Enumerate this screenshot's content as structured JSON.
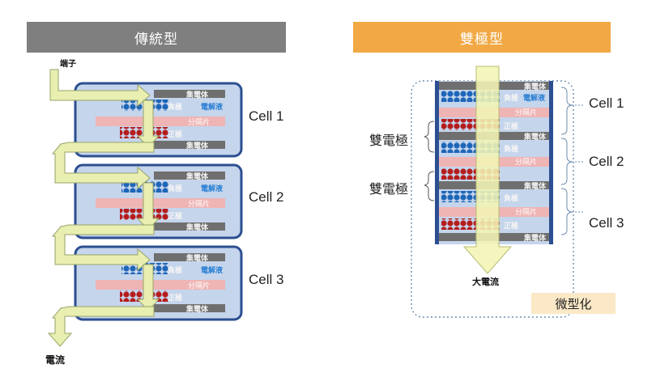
{
  "left_title": "傳統型",
  "right_title": "雙極型",
  "terminal_label": "端子",
  "current_label": "電流",
  "big_current_label": "大電流",
  "miniaturize_label": "微型化",
  "bipolar_electrode_label": "雙電極",
  "layers": {
    "collector": "集電体",
    "negative": "負極",
    "electrolyte": "電解液",
    "separator": "分隔片",
    "positive": "正極"
  },
  "cells": [
    "Cell 1",
    "Cell 2",
    "Cell 3"
  ],
  "colors": {
    "left_header": "#7f7f7f",
    "right_header": "#f2a945",
    "cell_box": "#c5d5ec",
    "cell_border": "#2c4f91",
    "collector": "#6f6f6f",
    "separator": "#efb4b4",
    "arrow": "#e8efb0",
    "negative_particles": "#1e66b8",
    "positive_particles": "#b51d1d"
  }
}
